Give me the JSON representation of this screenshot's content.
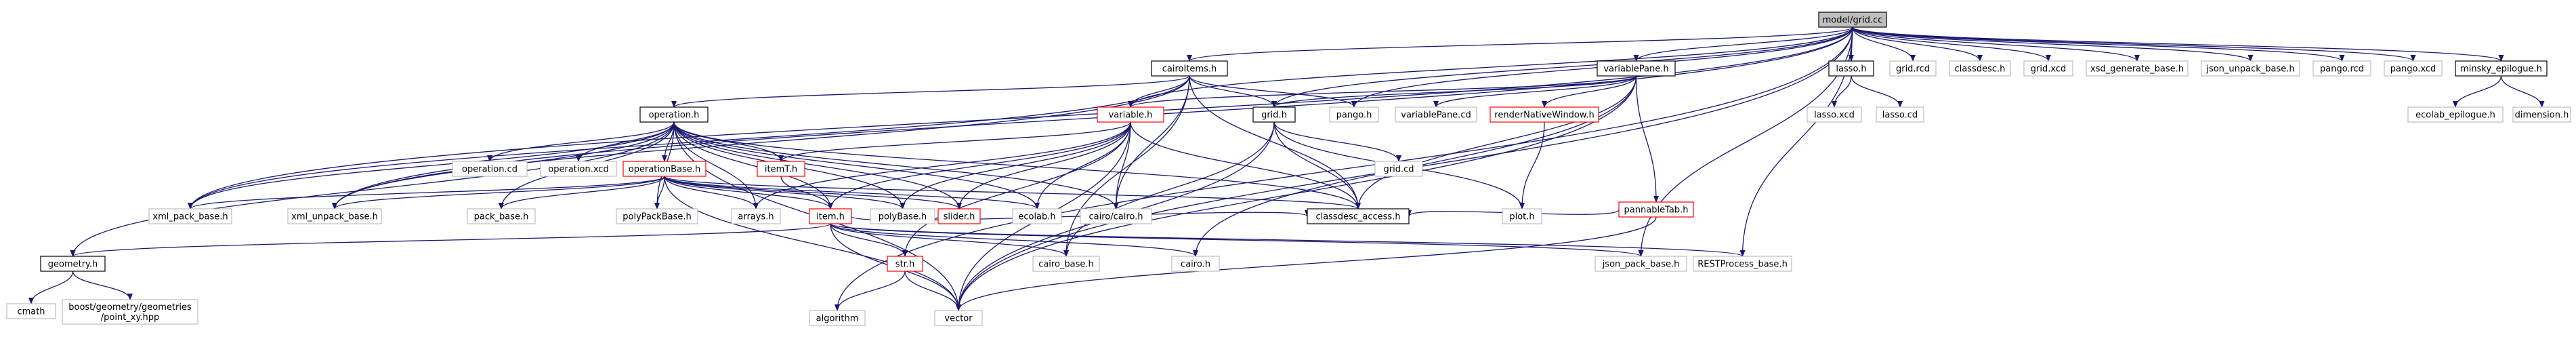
{
  "graph": {
    "root": "model/grid.cc",
    "colors": {
      "edge": "#191970",
      "node_border_default": "#bfbfbf",
      "node_border_linked": "#000000",
      "node_border_missing": "#ff0000",
      "root_fill": "#bfbfbf",
      "node_fill": "#ffffff"
    },
    "nodes": [
      {
        "id": "root",
        "label": "model/grid.cc",
        "kind": "root"
      },
      {
        "id": "cairoItems",
        "label": "cairoItems.h",
        "kind": "linked"
      },
      {
        "id": "variablePane",
        "label": "variablePane.h",
        "kind": "linked"
      },
      {
        "id": "lasso",
        "label": "lasso.h",
        "kind": "linked"
      },
      {
        "id": "gridrcd",
        "label": "grid.rcd",
        "kind": "default"
      },
      {
        "id": "classdesc",
        "label": "classdesc.h",
        "kind": "default"
      },
      {
        "id": "gridxcd",
        "label": "grid.xcd",
        "kind": "default"
      },
      {
        "id": "xsdgen",
        "label": "xsd_generate_base.h",
        "kind": "default"
      },
      {
        "id": "jsonunpack",
        "label": "json_unpack_base.h",
        "kind": "default"
      },
      {
        "id": "pangorcd",
        "label": "pango.rcd",
        "kind": "default"
      },
      {
        "id": "pangoxcd",
        "label": "pango.xcd",
        "kind": "default"
      },
      {
        "id": "minsky",
        "label": "minsky_epilogue.h",
        "kind": "linked"
      },
      {
        "id": "operation",
        "label": "operation.h",
        "kind": "linked"
      },
      {
        "id": "variable",
        "label": "variable.h",
        "kind": "missing"
      },
      {
        "id": "gridh",
        "label": "grid.h",
        "kind": "linked"
      },
      {
        "id": "pangoh",
        "label": "pango.h",
        "kind": "default"
      },
      {
        "id": "varpanecd",
        "label": "variablePane.cd",
        "kind": "default"
      },
      {
        "id": "renderNW",
        "label": "renderNativeWindow.h",
        "kind": "missing"
      },
      {
        "id": "lassoxcd",
        "label": "lasso.xcd",
        "kind": "default"
      },
      {
        "id": "lassocd",
        "label": "lasso.cd",
        "kind": "default"
      },
      {
        "id": "ecolabepi",
        "label": "ecolab_epilogue.h",
        "kind": "default"
      },
      {
        "id": "dimension",
        "label": "dimension.h",
        "kind": "default"
      },
      {
        "id": "opcd",
        "label": "operation.cd",
        "kind": "default"
      },
      {
        "id": "opxcd",
        "label": "operation.xcd",
        "kind": "default"
      },
      {
        "id": "opbase",
        "label": "operationBase.h",
        "kind": "missing"
      },
      {
        "id": "itemt",
        "label": "itemT.h",
        "kind": "missing"
      },
      {
        "id": "gridcd",
        "label": "grid.cd",
        "kind": "default"
      },
      {
        "id": "ploth",
        "label": "plot.h",
        "kind": "default"
      },
      {
        "id": "pannable",
        "label": "pannableTab.h",
        "kind": "missing"
      },
      {
        "id": "xmlpack",
        "label": "xml_pack_base.h",
        "kind": "default"
      },
      {
        "id": "xmlunpack",
        "label": "xml_unpack_base.h",
        "kind": "default"
      },
      {
        "id": "packbase",
        "label": "pack_base.h",
        "kind": "default"
      },
      {
        "id": "polypackbase",
        "label": "polyPackBase.h",
        "kind": "default"
      },
      {
        "id": "arrays",
        "label": "arrays.h",
        "kind": "default"
      },
      {
        "id": "polybase",
        "label": "polyBase.h",
        "kind": "default"
      },
      {
        "id": "slider",
        "label": "slider.h",
        "kind": "missing"
      },
      {
        "id": "ecolab",
        "label": "ecolab.h",
        "kind": "default"
      },
      {
        "id": "cairocairo",
        "label": "cairo/cairo.h",
        "kind": "default"
      },
      {
        "id": "cdaccess",
        "label": "classdesc_access.h",
        "kind": "linked"
      },
      {
        "id": "itemh",
        "label": "item.h",
        "kind": "missing"
      },
      {
        "id": "geometry",
        "label": "geometry.h",
        "kind": "linked"
      },
      {
        "id": "cairobase",
        "label": "cairo_base.h",
        "kind": "default"
      },
      {
        "id": "cairoh",
        "label": "cairo.h",
        "kind": "default"
      },
      {
        "id": "jsonpack",
        "label": "json_pack_base.h",
        "kind": "default"
      },
      {
        "id": "restbase",
        "label": "RESTProcess_base.h",
        "kind": "default"
      },
      {
        "id": "strh",
        "label": "str.h",
        "kind": "missing"
      },
      {
        "id": "cmath",
        "label": "cmath",
        "kind": "default"
      },
      {
        "id": "boostpt",
        "label": "boost/geometry/geometries\n/point_xy.hpp",
        "kind": "default"
      },
      {
        "id": "algorithm",
        "label": "algorithm",
        "kind": "default"
      },
      {
        "id": "vector",
        "label": "vector",
        "kind": "default"
      }
    ],
    "edges": [
      [
        "root",
        "cairoItems"
      ],
      [
        "root",
        "variablePane"
      ],
      [
        "root",
        "lasso"
      ],
      [
        "root",
        "gridrcd"
      ],
      [
        "root",
        "classdesc"
      ],
      [
        "root",
        "gridxcd"
      ],
      [
        "root",
        "xsdgen"
      ],
      [
        "root",
        "jsonunpack"
      ],
      [
        "root",
        "pangorcd"
      ],
      [
        "root",
        "pangoxcd"
      ],
      [
        "root",
        "minsky"
      ],
      [
        "root",
        "gridh"
      ],
      [
        "root",
        "pangoh"
      ],
      [
        "root",
        "jsonpack"
      ],
      [
        "root",
        "restbase"
      ],
      [
        "root",
        "vector"
      ],
      [
        "root",
        "algorithm"
      ],
      [
        "root",
        "xmlpack"
      ],
      [
        "root",
        "xmlunpack"
      ],
      [
        "root",
        "variable"
      ],
      [
        "cairoItems",
        "operation"
      ],
      [
        "cairoItems",
        "variable"
      ],
      [
        "cairoItems",
        "gridh"
      ],
      [
        "cairoItems",
        "pangoh"
      ],
      [
        "cairoItems",
        "cairocairo"
      ],
      [
        "cairoItems",
        "cdaccess"
      ],
      [
        "cairoItems",
        "xmlpack"
      ],
      [
        "cairoItems",
        "xmlunpack"
      ],
      [
        "cairoItems",
        "cairobase"
      ],
      [
        "variablePane",
        "varpanecd"
      ],
      [
        "variablePane",
        "renderNW"
      ],
      [
        "variablePane",
        "pannable"
      ],
      [
        "variablePane",
        "variable"
      ],
      [
        "variablePane",
        "gridh"
      ],
      [
        "variablePane",
        "cdaccess"
      ],
      [
        "variablePane",
        "cairoh"
      ],
      [
        "variablePane",
        "vector"
      ],
      [
        "lasso",
        "lassoxcd"
      ],
      [
        "lasso",
        "lassocd"
      ],
      [
        "minsky",
        "ecolabepi"
      ],
      [
        "minsky",
        "dimension"
      ],
      [
        "operation",
        "opcd"
      ],
      [
        "operation",
        "opxcd"
      ],
      [
        "operation",
        "opbase"
      ],
      [
        "operation",
        "itemt"
      ],
      [
        "operation",
        "geometry"
      ],
      [
        "operation",
        "xmlpack"
      ],
      [
        "operation",
        "xmlunpack"
      ],
      [
        "operation",
        "packbase"
      ],
      [
        "operation",
        "polypackbase"
      ],
      [
        "operation",
        "arrays"
      ],
      [
        "operation",
        "polybase"
      ],
      [
        "operation",
        "slider"
      ],
      [
        "operation",
        "ecolab"
      ],
      [
        "operation",
        "cairocairo"
      ],
      [
        "operation",
        "cdaccess"
      ],
      [
        "operation",
        "itemh"
      ],
      [
        "operation",
        "vector"
      ],
      [
        "variable",
        "itemt"
      ],
      [
        "variable",
        "itemh"
      ],
      [
        "variable",
        "arrays"
      ],
      [
        "variable",
        "polybase"
      ],
      [
        "variable",
        "slider"
      ],
      [
        "variable",
        "ecolab"
      ],
      [
        "variable",
        "cairocairo"
      ],
      [
        "variable",
        "cdaccess"
      ],
      [
        "variable",
        "strh"
      ],
      [
        "variable",
        "vector"
      ],
      [
        "gridh",
        "gridcd"
      ],
      [
        "gridh",
        "ploth"
      ],
      [
        "gridh",
        "cdaccess"
      ],
      [
        "gridh",
        "cairobase"
      ],
      [
        "gridh",
        "vector"
      ],
      [
        "renderNW",
        "ploth"
      ],
      [
        "pannable",
        "cdaccess"
      ],
      [
        "pannable",
        "vector"
      ],
      [
        "opbase",
        "xmlpack"
      ],
      [
        "opbase",
        "xmlunpack"
      ],
      [
        "opbase",
        "packbase"
      ],
      [
        "opbase",
        "polypackbase"
      ],
      [
        "opbase",
        "arrays"
      ],
      [
        "opbase",
        "polybase"
      ],
      [
        "opbase",
        "slider"
      ],
      [
        "opbase",
        "ecolab"
      ],
      [
        "opbase",
        "cdaccess"
      ],
      [
        "opbase",
        "itemh"
      ],
      [
        "opbase",
        "vector"
      ],
      [
        "itemt",
        "itemh"
      ],
      [
        "itemh",
        "geometry"
      ],
      [
        "itemh",
        "cairobase"
      ],
      [
        "itemh",
        "cairoh"
      ],
      [
        "itemh",
        "jsonpack"
      ],
      [
        "itemh",
        "restbase"
      ],
      [
        "itemh",
        "strh"
      ],
      [
        "itemh",
        "vector"
      ],
      [
        "itemh",
        "cdaccess"
      ],
      [
        "geometry",
        "cmath"
      ],
      [
        "geometry",
        "boostpt"
      ],
      [
        "strh",
        "algorithm"
      ],
      [
        "strh",
        "vector"
      ]
    ]
  }
}
